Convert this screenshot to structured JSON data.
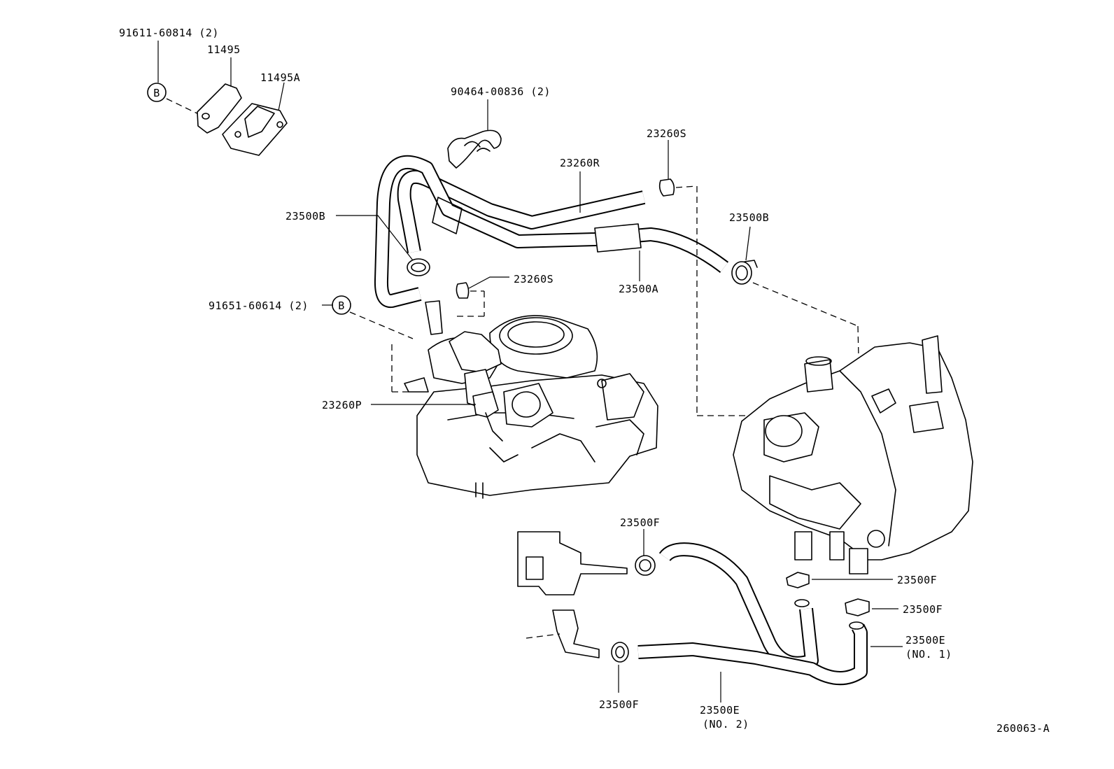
{
  "diagram": {
    "labels": {
      "l_91611": "91611-60814 (2)",
      "l_11495": "11495",
      "l_11495A": "11495A",
      "l_90464": "90464-00836 (2)",
      "l_23260S_top": "23260S",
      "l_23260R": "23260R",
      "l_23500B_left": "23500B",
      "l_23500B_right": "23500B",
      "l_23260S_mid": "23260S",
      "l_23500A": "23500A",
      "l_91651": "91651-60614 (2)",
      "l_23260P": "23260P",
      "l_23500F_top": "23500F",
      "l_23500F_r1": "23500F",
      "l_23500F_r2": "23500F",
      "l_23500E_1": "23500E",
      "l_23500E_1_no": "(NO. 1)",
      "l_23500F_bottom": "23500F",
      "l_23500E_2": "23500E",
      "l_23500E_2_no": "(NO. 2)",
      "ref_code": "260063-A"
    },
    "markers": {
      "b_top": "B",
      "b_mid": "B"
    }
  }
}
